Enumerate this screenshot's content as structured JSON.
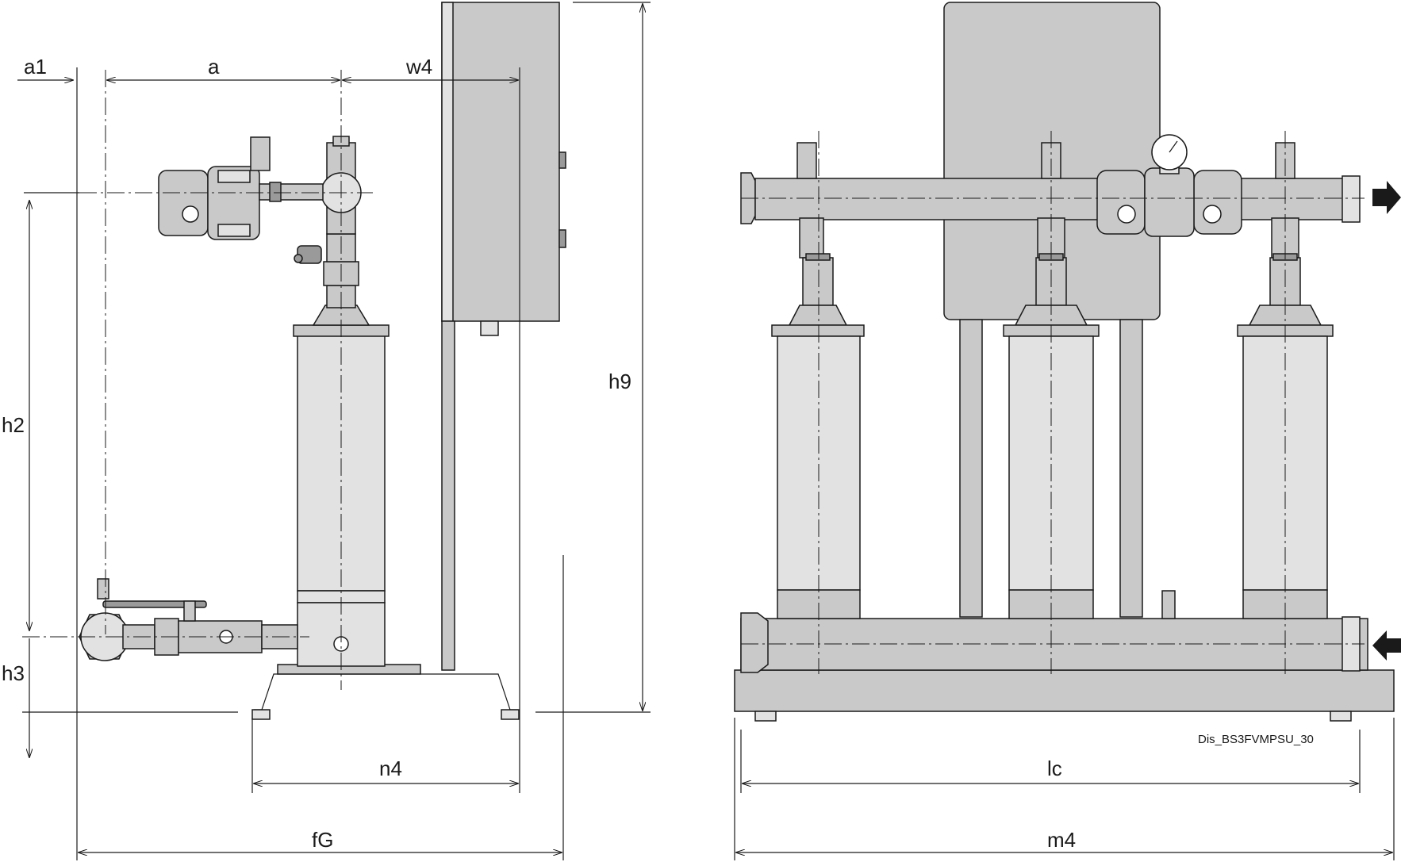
{
  "dimensions": {
    "a1": "a1",
    "a": "a",
    "w4": "w4",
    "h2": "h2",
    "h3": "h3",
    "h9": "h9",
    "n4": "n4",
    "fG": "fG",
    "lc": "lc",
    "m4": "m4"
  },
  "drawing_reference": "Dis_BS3FVMPSU_30"
}
